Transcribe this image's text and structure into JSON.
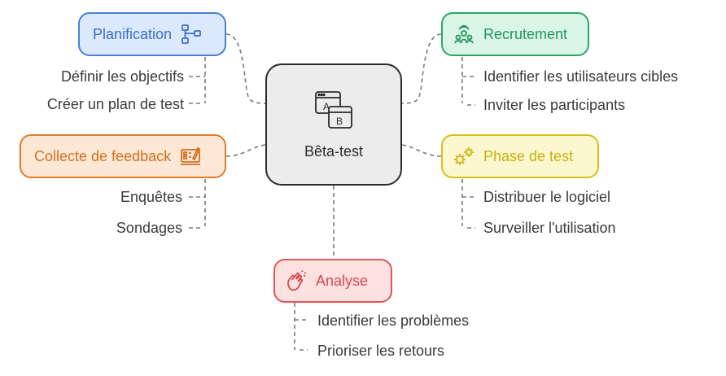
{
  "center": {
    "label": "Bêta-test",
    "icon": "ab-test-icon"
  },
  "branches": {
    "planification": {
      "label": "Planification",
      "icon": "flowchart-icon",
      "color": "#4a7fd6",
      "fill": "#dce8fb",
      "items": [
        "Définir les objectifs",
        "Créer un plan de test"
      ]
    },
    "recrutement": {
      "label": "Recrutement",
      "icon": "people-network-icon",
      "color": "#2ea66b",
      "fill": "#d9f5e6",
      "items": [
        "Identifier les utilisateurs cibles",
        "Inviter les participants"
      ]
    },
    "collecte": {
      "label": "Collecte de feedback",
      "icon": "feedback-screen-icon",
      "color": "#e07b2a",
      "fill": "#fde8d6",
      "items": [
        "Enquêtes",
        "Sondages"
      ]
    },
    "phase": {
      "label": "Phase de test",
      "icon": "gears-icon",
      "color": "#d8c01a",
      "fill": "#fdf7cf",
      "items": [
        "Distribuer le logiciel",
        "Surveiller l'utilisation"
      ]
    },
    "analyse": {
      "label": "Analyse",
      "icon": "clapping-hands-icon",
      "color": "#e0565a",
      "fill": "#fde0e0",
      "items": [
        "Identifier les problèmes",
        "Prioriser les retours"
      ]
    }
  }
}
